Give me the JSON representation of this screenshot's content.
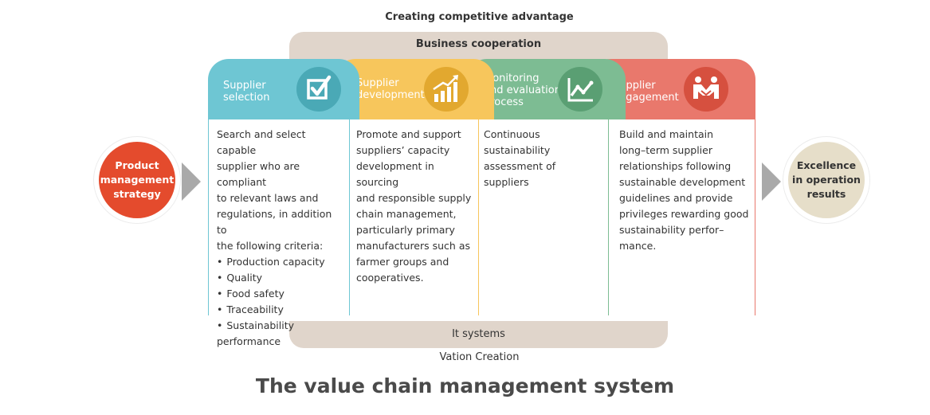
{
  "top_label": "Creating competitive advantage",
  "business_band": "Business cooperation",
  "bottom_band": "It systems",
  "bottom_label": "Vation Creation",
  "title": "The value chain management system",
  "left_circle": [
    "Product",
    "management",
    "strategy"
  ],
  "right_circle": [
    "Excellence",
    "in operation",
    "results"
  ],
  "colors": {
    "teal": "#6ec6d3",
    "yellow": "#f7c65c",
    "green": "#7dbc93",
    "red": "#e9786c",
    "orange_red": "#e44b2d",
    "beige": "#e0d5cb"
  },
  "stages": [
    {
      "title": [
        "Supplier",
        "selection"
      ],
      "icon": "checkbox-icon",
      "lines": [
        "Search and select capable",
        "supplier who are compliant",
        "to relevant laws and",
        "regulations, in addition to",
        "the following criteria:"
      ],
      "bullets": [
        "Production capacity",
        "Quality",
        "Food safety",
        "Traceability",
        "Sustainability performance"
      ]
    },
    {
      "title": [
        "Supplier",
        "development"
      ],
      "icon": "bar-chart-growth-icon",
      "lines": [
        "Promote and support",
        "suppliers’ capacity",
        "development in sourcing",
        "and responsible supply",
        "chain management,",
        "particularly primary",
        "manufacturers such as",
        "farmer groups and",
        "cooperatives."
      ]
    },
    {
      "title": [
        "Monitoring",
        "and evaluation",
        "process"
      ],
      "icon": "line-chart-icon",
      "lines": [
        "Continuous sustainability",
        "assessment of suppliers"
      ]
    },
    {
      "title": [
        "Supplier",
        "engagement"
      ],
      "icon": "handshake-icon",
      "lines": [
        "Build and maintain",
        "long–term supplier",
        "relationships following",
        "sustainable development",
        "guidelines and provide",
        "privileges rewarding good",
        "sustainability perfor–",
        "mance."
      ]
    }
  ]
}
